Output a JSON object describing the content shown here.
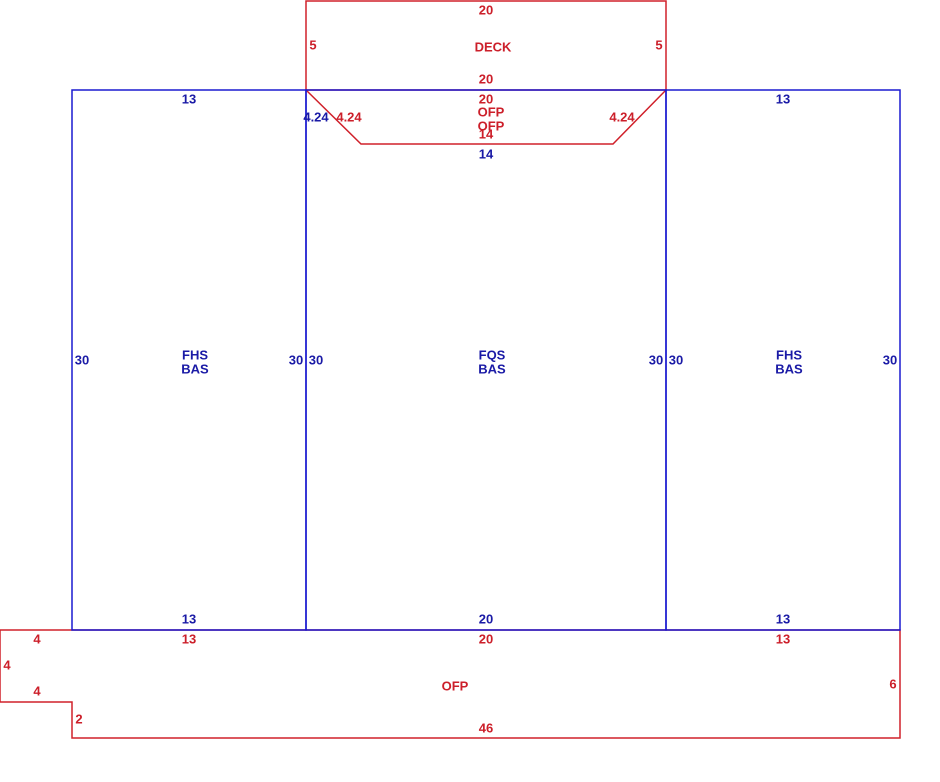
{
  "colors": {
    "building_lines": "#1a1ad0",
    "building_text": "#1a1aa6",
    "addition_lines": "#d0202a",
    "addition_text": "#cc1f2a",
    "background": "#ffffff"
  },
  "left_wing": {
    "top_dim": "13",
    "bottom_dim": "13",
    "left_dim": "30",
    "right_dim": "30",
    "code_line1": "FHS",
    "code_line2": "BAS"
  },
  "center_section": {
    "top_dim": "14",
    "bottom_dim": "20",
    "left_dim": "30",
    "right_dim": "30",
    "diag_left_dim": "4.24",
    "code_line1": "FQS",
    "code_line2": "BAS"
  },
  "right_wing": {
    "top_dim": "13",
    "bottom_dim": "13",
    "left_dim": "30",
    "right_dim": "30",
    "code_line1": "FHS",
    "code_line2": "BAS"
  },
  "deck": {
    "top_dim": "20",
    "bottom_dim": "20",
    "left_dim": "5",
    "right_dim": "5",
    "label": "DECK"
  },
  "front_porch": {
    "top_dim": "20",
    "bottom_dim": "14",
    "diag_left_dim": "4.24",
    "diag_right_dim": "4.24",
    "label_line1": "OFP",
    "label_line2": "OFP"
  },
  "rear_porch": {
    "top_left_dim": "13",
    "top_center_dim": "20",
    "top_right_dim": "13",
    "notch_top_dim": "4",
    "notch_side_dim": "4",
    "notch_bottom_dim": "4",
    "notch_step_dim": "2",
    "right_dim": "6",
    "bottom_dim": "46",
    "label": "OFP"
  }
}
